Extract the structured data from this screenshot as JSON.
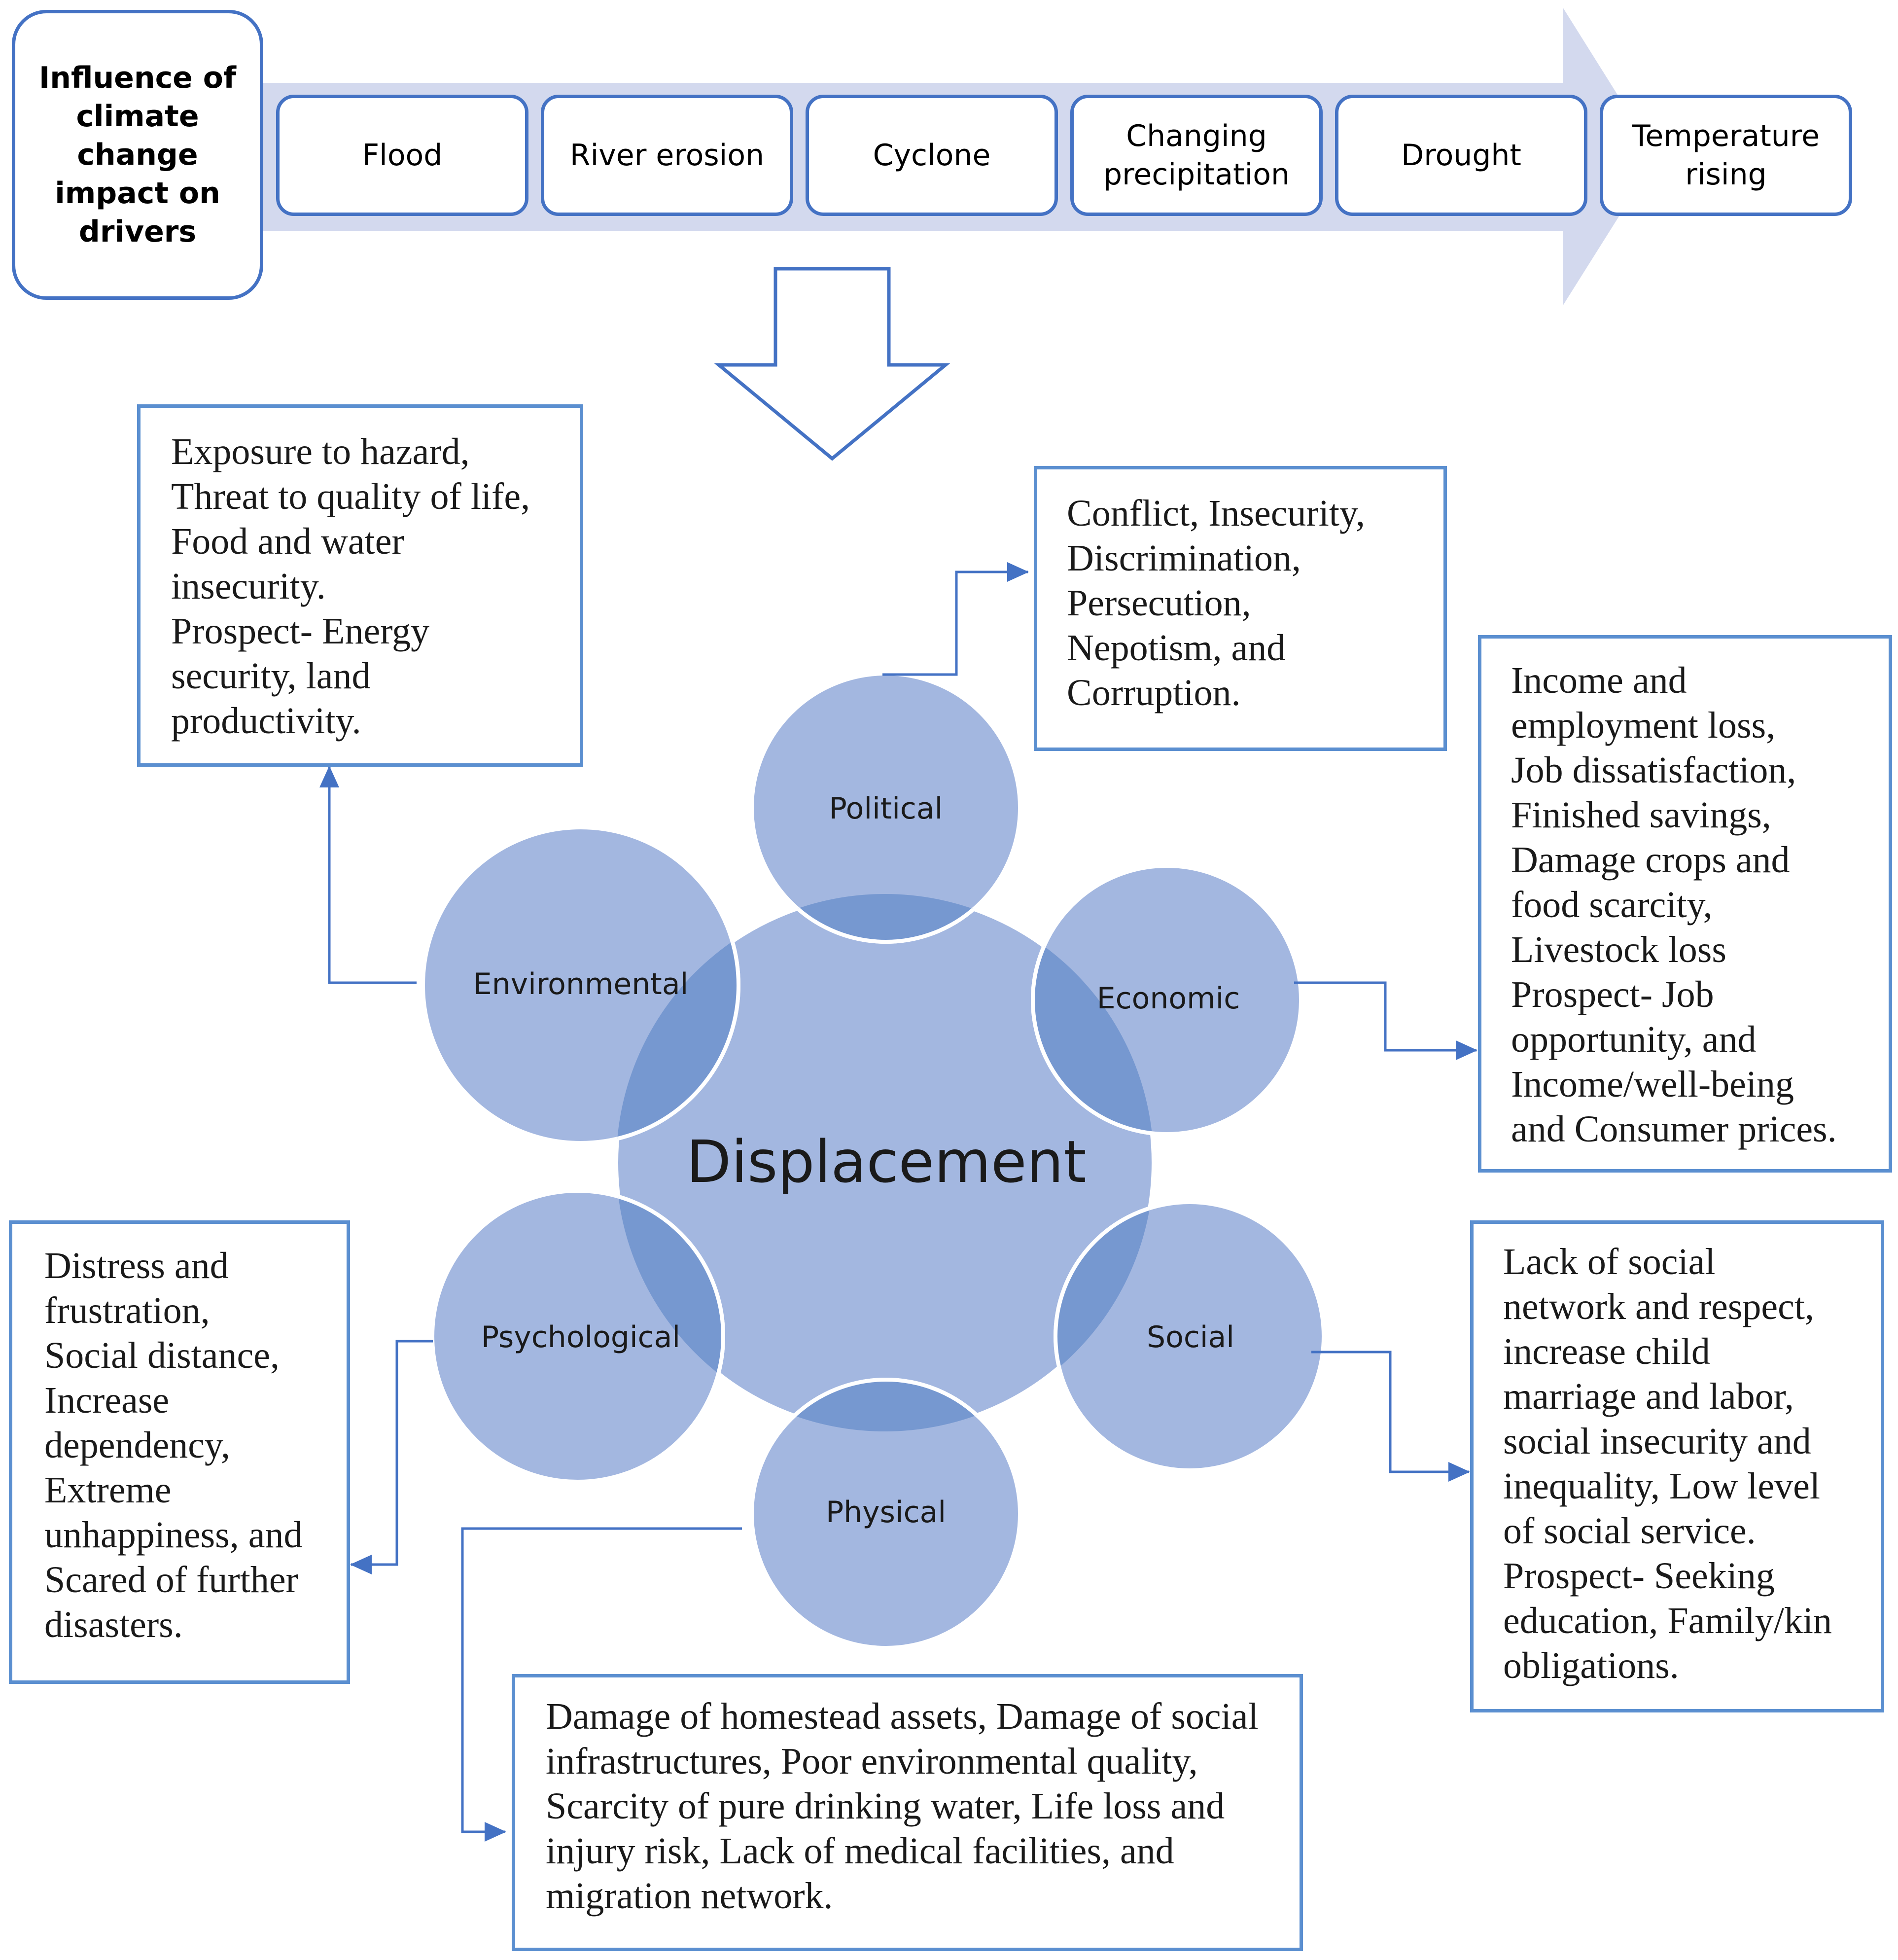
{
  "header": {
    "title_lines": [
      "Influence of",
      "climate",
      "change",
      "impact on",
      "drivers"
    ]
  },
  "drivers": [
    {
      "lines": [
        "Flood"
      ]
    },
    {
      "lines": [
        "River erosion"
      ]
    },
    {
      "lines": [
        "Cyclone"
      ]
    },
    {
      "lines": [
        "Changing",
        "precipitation"
      ]
    },
    {
      "lines": [
        "Drought"
      ]
    },
    {
      "lines": [
        "Temperature",
        "rising"
      ]
    }
  ],
  "center": {
    "label": "Displacement"
  },
  "dimensions": {
    "political": "Political",
    "economic": "Economic",
    "social": "Social",
    "physical": "Physical",
    "psychological": "Psychological",
    "environmental": "Environmental"
  },
  "boxes": {
    "environmental": [
      "Exposure to hazard,",
      "Threat to quality of life,",
      "Food and water",
      "insecurity.",
      "Prospect- Energy",
      "security, land",
      "productivity."
    ],
    "political": [
      "Conflict, Insecurity,",
      "Discrimination,",
      "Persecution,",
      "Nepotism, and",
      "Corruption."
    ],
    "economic": [
      "Income and",
      "employment loss,",
      "Job dissatisfaction,",
      "Finished savings,",
      "Damage crops and",
      "food scarcity,",
      "Livestock loss",
      "Prospect- Job",
      "opportunity, and",
      "Income/well-being",
      "and Consumer prices."
    ],
    "psychological": [
      "Distress and",
      "frustration,",
      "Social distance,",
      "Increase",
      "dependency,",
      "Extreme",
      "unhappiness, and",
      "Scared of further",
      "disasters."
    ],
    "social": [
      "Lack of social",
      "network and respect,",
      "increase child",
      "marriage and labor,",
      "social insecurity and",
      "inequality, Low level",
      "of social service.",
      "Prospect- Seeking",
      "education, Family/kin",
      "obligations."
    ],
    "physical": [
      "Damage of homestead assets, Damage of social",
      "infrastructures, Poor environmental quality,",
      "Scarcity of pure drinking water, Life loss and",
      "injury risk, Lack of medical facilities, and",
      "migration network."
    ]
  },
  "colors": {
    "circle_fill": "#a3b7e0",
    "overlap_fill": "#7698d0",
    "outline": "#4472c4",
    "arrow_fill": "#d3d9ee"
  }
}
